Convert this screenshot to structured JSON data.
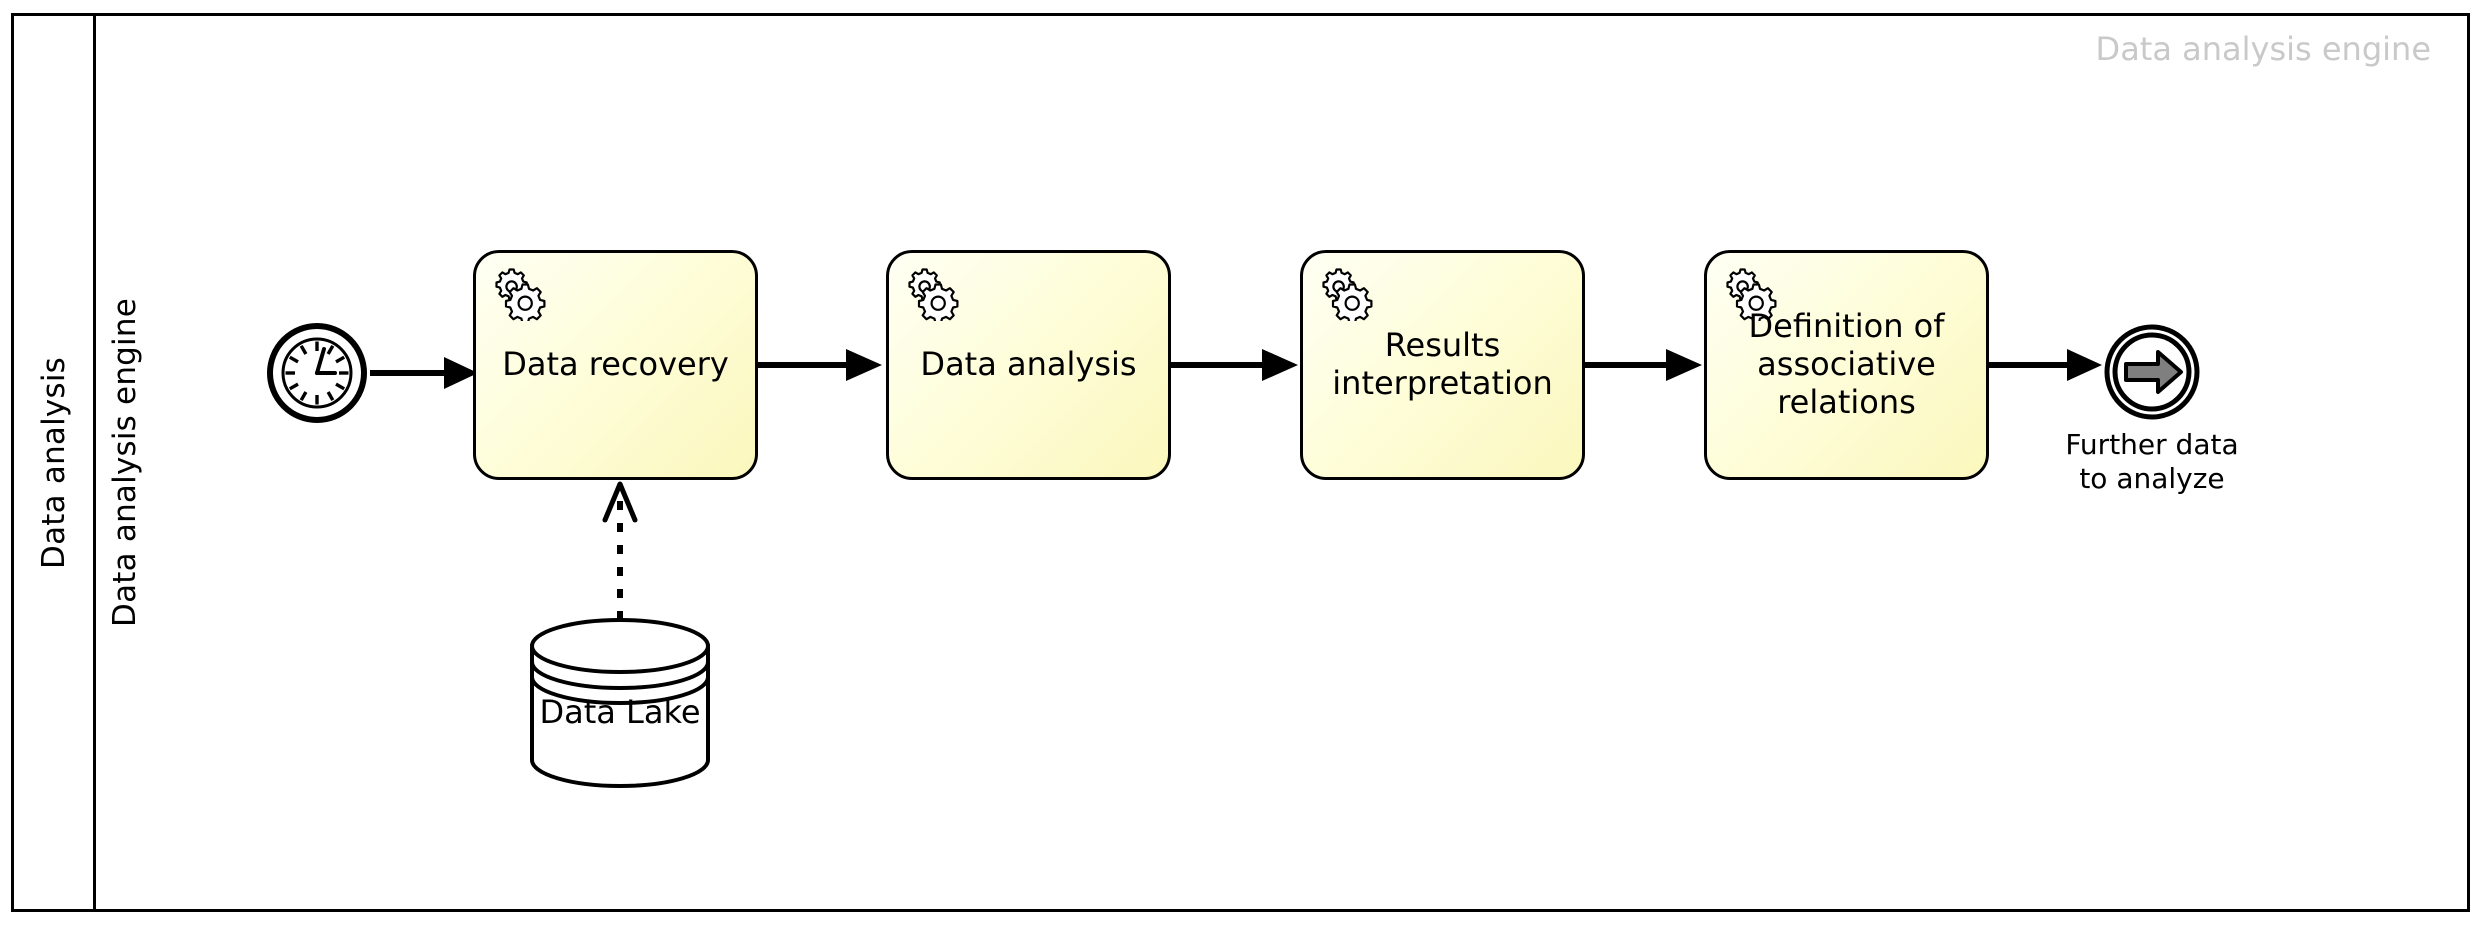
{
  "pool": {
    "label": "Data analysis"
  },
  "lane": {
    "label": "Data analysis engine",
    "watermark": "Data analysis engine"
  },
  "start_event": {
    "name": "timer-start-event",
    "icon": "clock-icon"
  },
  "tasks": [
    {
      "label": "Data recovery",
      "icon": "gears-icon",
      "type": "service-task"
    },
    {
      "label": "Data analysis",
      "icon": "gears-icon",
      "type": "service-task"
    },
    {
      "label": "Results\ninterpretation",
      "icon": "gears-icon",
      "type": "service-task"
    },
    {
      "label": "Definition of\nassociative\nrelations",
      "icon": "gears-icon",
      "type": "service-task"
    }
  ],
  "end_event": {
    "label": "Further data\nto analyze",
    "icon": "link-arrow-icon",
    "arrow_color": "#7f7f7f"
  },
  "data_store": {
    "label": "Data Lake",
    "icon": "cylinder-icon"
  },
  "colors": {
    "task_fill_light": "#fffff4",
    "task_fill_dark": "#fbf7bd",
    "stroke": "#000000",
    "watermark": "#c9c9c9",
    "end_arrow": "#7f7f7f"
  }
}
